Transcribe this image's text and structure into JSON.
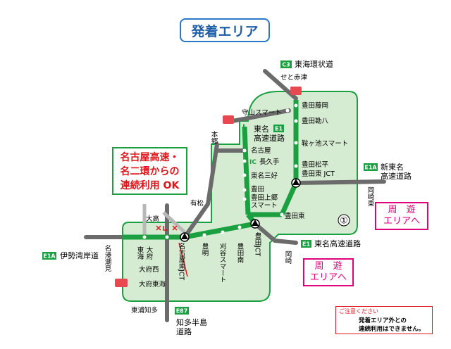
{
  "title": "発着エリア",
  "callout": {
    "line1": "名古屋高速・",
    "line2": "名二環からの",
    "line3": "連続利用 OK"
  },
  "shuyu_area_label_1": [
    "周　遊",
    "エリアへ"
  ],
  "shuyu_area_label_2": [
    "周　遊",
    "エリアへ"
  ],
  "roads": {
    "c3": {
      "badge": "C3",
      "name": "東海環状道"
    },
    "e1_tomei": {
      "badge": "E1",
      "name": "東名高速道路"
    },
    "e1a_shintomei": {
      "badge": "E1A",
      "name": "新東名高速道路"
    },
    "e1_tomei_east": {
      "badge": "E1",
      "name": "東名高速道路"
    },
    "e1a_isewan": {
      "badge": "E1A",
      "name": "伊勢湾岸道"
    },
    "e87_chita": {
      "badge": "E87",
      "name": "知多半島道路"
    }
  },
  "stations": {
    "setoakazu": "せと赤津",
    "moriyama_smart": "守山スマート",
    "toyota_fujioka": "豊田藤岡",
    "toyota_kanpachi": "豊田勘八",
    "kuragaike_smart": "鞍ヶ池スマート",
    "toyota_matsudaira": "豊田松平",
    "toyota_higashi_jct": "豊田東 JCT",
    "hongo": "本郷",
    "nagoya": "名古屋",
    "nagakute": "長久手",
    "tomei_miyoshi": "東名三好",
    "toyota_kamigo_smart_1": "豊田",
    "toyota_kamigo_smart_2": "豊田上郷",
    "toyota_kamigo_smart_3": "スマート",
    "toyota": "豊田",
    "toyotahigashi": "豊田東",
    "arimatsu": "有松",
    "odaka": "大高",
    "tokai": "東海",
    "obu": "大府",
    "obu_nishi": "大府西",
    "obu_tokai": "大府東海",
    "nagoya_minami_jct": "名古屋南JCT",
    "toyoake": "豊明",
    "kariya_smart": "刈谷スマート",
    "toyota_minami": "豊田南",
    "toyota_jct": "豊田JCT",
    "nagoya_minato_shiomi": "名港潮見",
    "higashiura_chita": "東浦知多",
    "okazaki_higashi": "岡崎東",
    "okazaki": "岡崎"
  },
  "circled_number": "①",
  "notice": {
    "caution": "ご注意ください",
    "line1": "発着エリア外との",
    "line2": "連続利用はできません。"
  },
  "colors": {
    "area_fill": "#d6ecd2",
    "area_border": "#1aa041",
    "green_route": "#1aa041",
    "gray_route": "#6b6b6b",
    "light_gray_route": "#b8b8b8",
    "no_entry_red": "#e0151b",
    "badge_green": "#1aa041",
    "shuyu_magenta": "#e0007a",
    "title_blue": "#1f5fa8"
  }
}
